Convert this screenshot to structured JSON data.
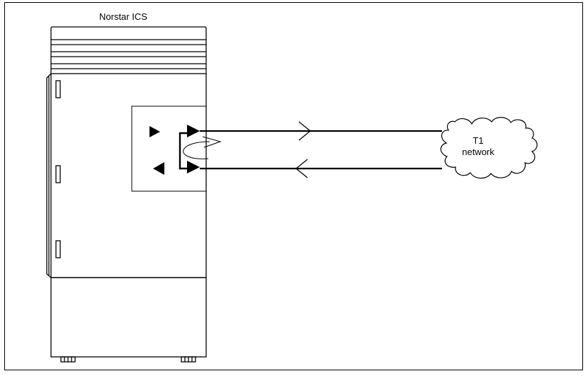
{
  "diagram": {
    "unit_title": "Norstar ICS",
    "network_line1": "T1",
    "network_line2": "network"
  }
}
